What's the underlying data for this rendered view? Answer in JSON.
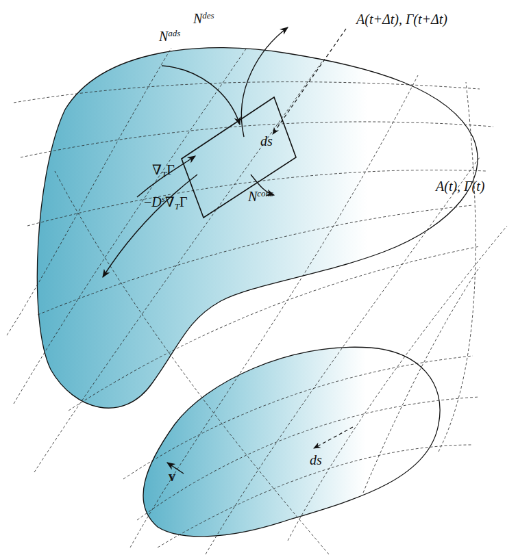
{
  "diagram": {
    "labels": [
      "A(t+Δt),  Γ(t+Δt)",
      "Nads",
      "Ndes",
      "ds",
      "Ncons",
      "∇TΓ",
      "−Ds∇TΓ",
      "A(t),  Γ(t)",
      "ds",
      "v"
    ]
  }
}
